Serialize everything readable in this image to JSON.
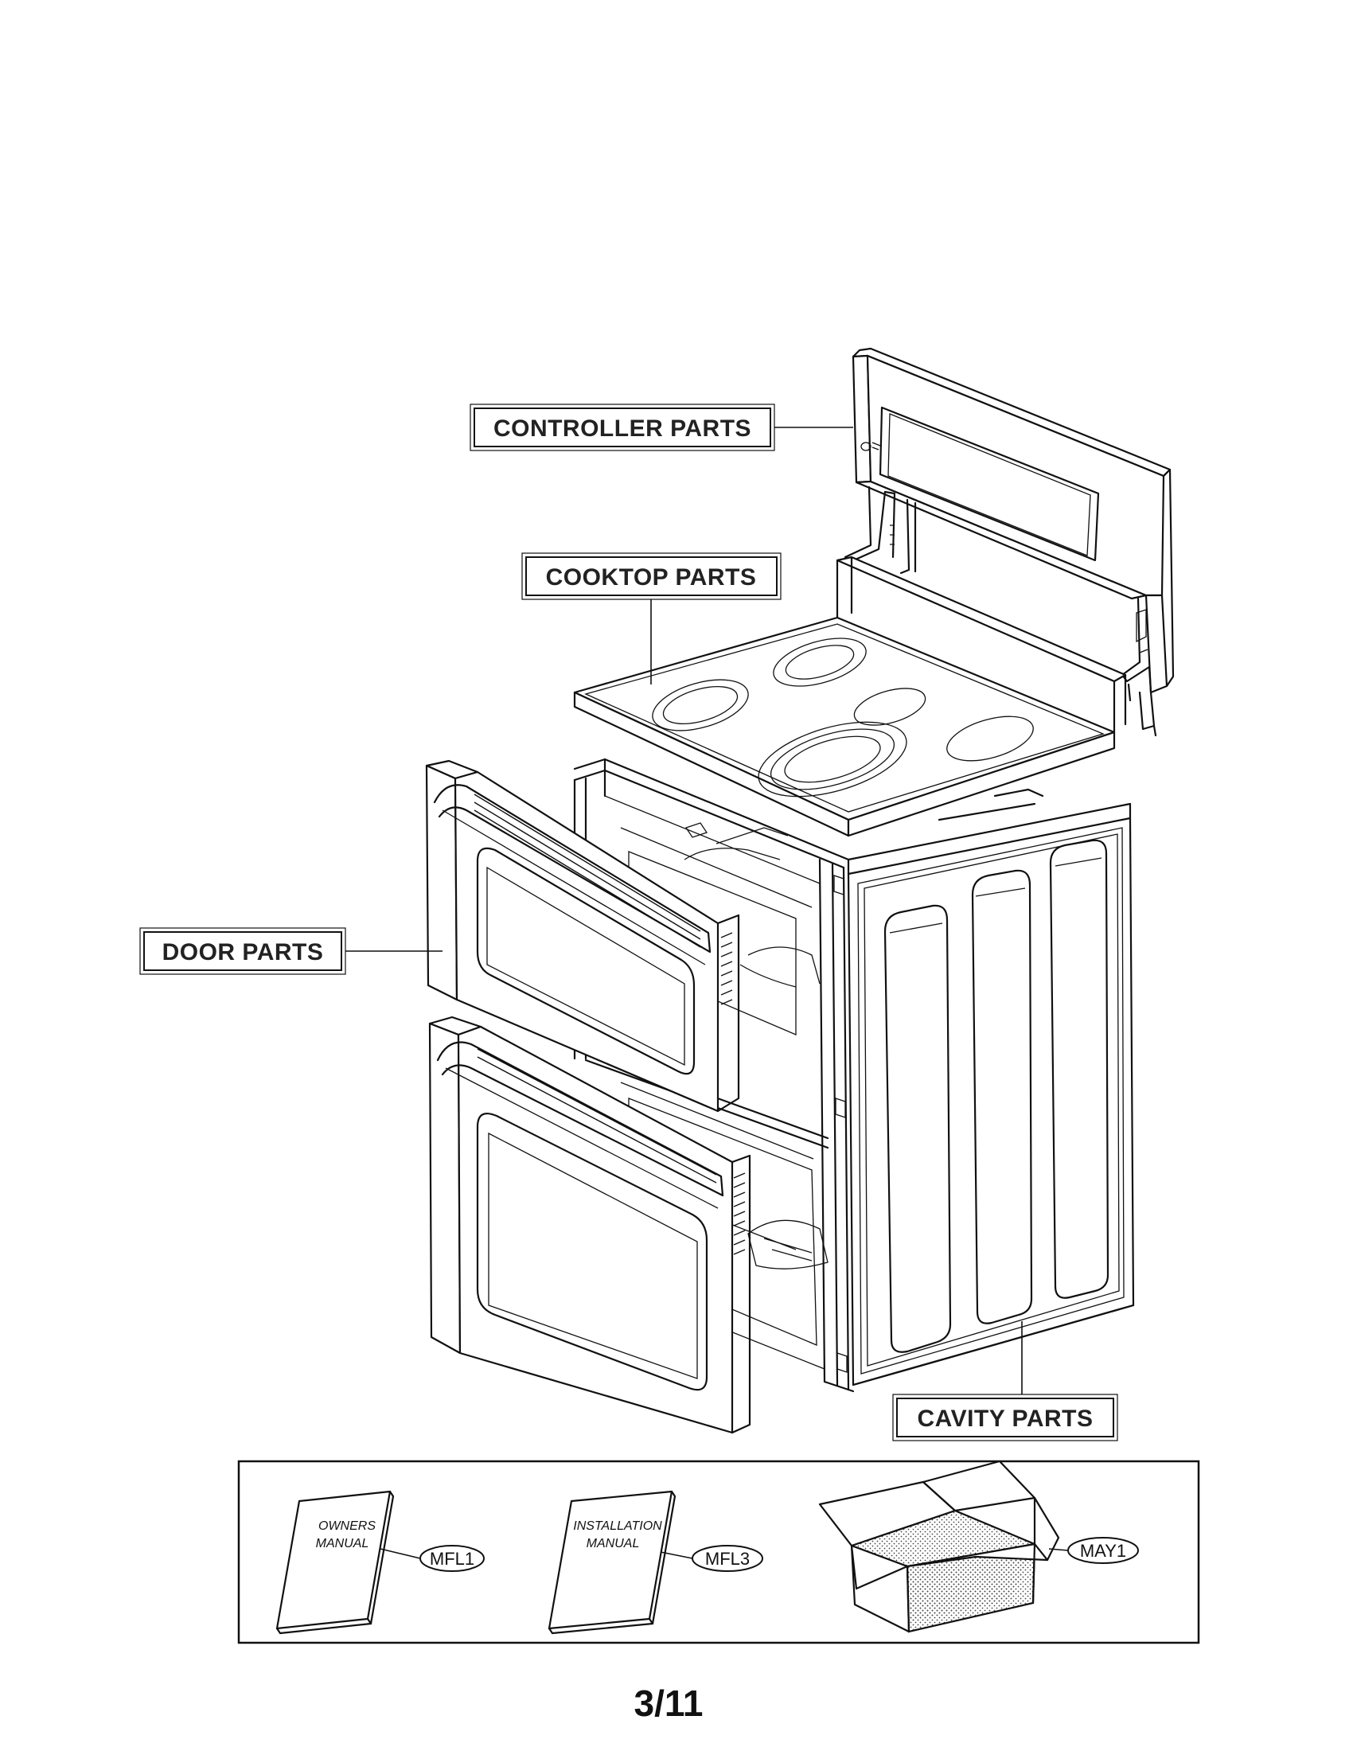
{
  "callouts": {
    "controller": "CONTROLLER PARTS",
    "cooktop": "COOKTOP PARTS",
    "door": "DOOR PARTS",
    "cavity": "CAVITY PARTS"
  },
  "accessories": {
    "owners_manual": {
      "line1": "OWNERS",
      "line2": "MANUAL",
      "code": "MFL1"
    },
    "installation_manual": {
      "line1": "INSTALLATION",
      "line2": "MANUAL",
      "code": "MFL3"
    },
    "box": {
      "code": "MAY1"
    }
  },
  "page": {
    "number": "3/11"
  }
}
